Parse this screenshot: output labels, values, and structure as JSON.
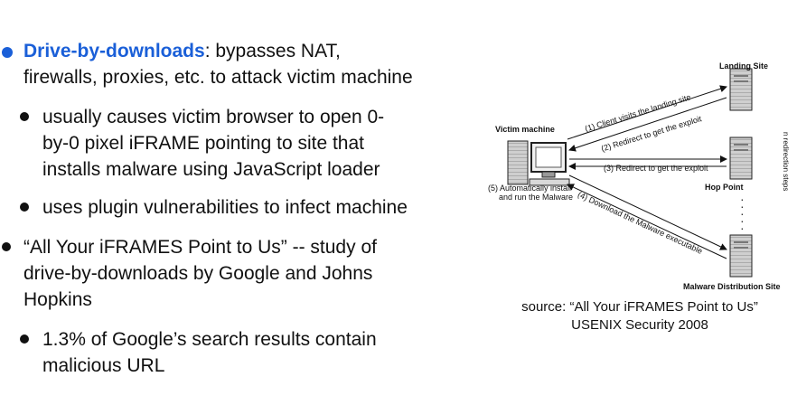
{
  "bullets": {
    "b1": {
      "keyword": "Drive-by-downloads",
      "rest_line1": ":  bypasses NAT,",
      "line2": "firewalls, proxies, etc. to attack victim machine"
    },
    "b1a": {
      "line1": "usually causes victim browser to open 0-",
      "line2": "by-0 pixel iFRAME pointing to site that",
      "line3": "installs malware using JavaScript loader"
    },
    "b1b": {
      "line1": "uses plugin vulnerabilities to infect machine"
    },
    "b2": {
      "line1": "“All Your iFRAMES Point to Us” -- study of",
      "line2": "drive-by-downloads by Google and Johns",
      "line3": "Hopkins"
    },
    "b2a": {
      "line1": "1.3% of Google’s search results contain",
      "line2": "malicious URL"
    }
  },
  "diagram": {
    "victim_label": "Victim machine",
    "landing_label": "Landing Site",
    "hop_label": "Hop Point",
    "malware_label": "Malware Distribution Site",
    "arrow1": "(1) Client visits the landing site",
    "arrow2": "(2) Redirect to get the exploit",
    "arrow3": "(3) Redirect to get the exploit",
    "arrow4": "(4) Download the Malware executable",
    "step5_line1": "(5) Automatically install",
    "step5_line2": "and run the Malware",
    "side_note": "n redirection steps",
    "dots": "·"
  },
  "source": {
    "line1": "source: “All Your iFRAMES Point to Us”",
    "line2": "USENIX Security 2008"
  }
}
